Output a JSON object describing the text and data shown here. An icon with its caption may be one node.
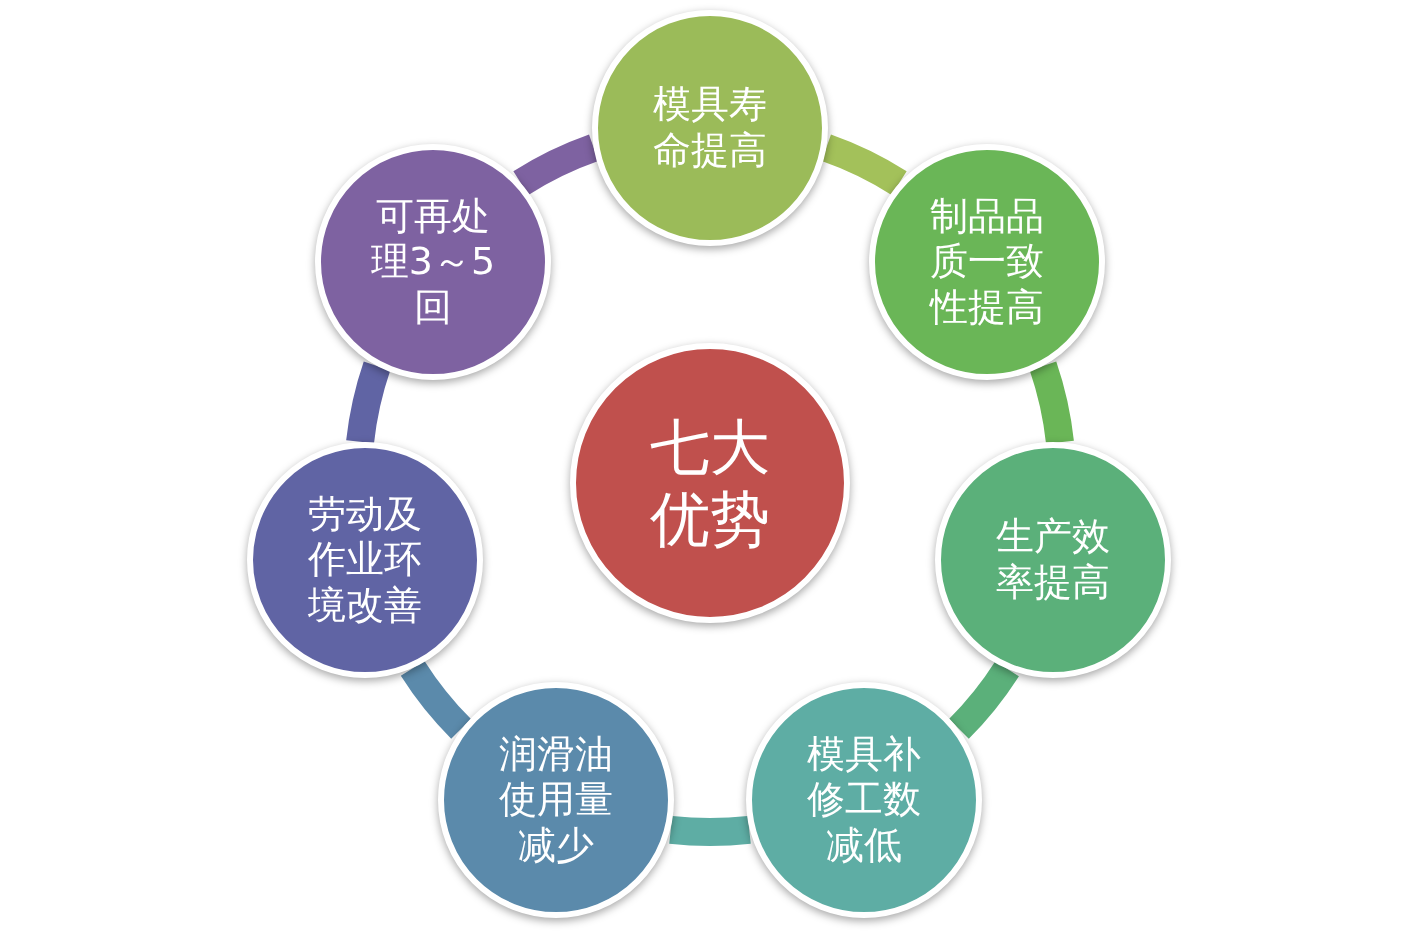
{
  "diagram": {
    "nodes": [
      {
        "text": [
          "七大优势"
        ]
      },
      {
        "text": [
          "模具寿命提高"
        ]
      },
      {
        "text": [
          "制品品质一致性提高"
        ]
      },
      {
        "text": [
          "生产效率提高"
        ]
      },
      {
        "text": [
          "模具补修工数减低"
        ]
      },
      {
        "text": [
          "润滑油使用量减少"
        ]
      },
      {
        "text": [
          "劳动及作业环境改善"
        ]
      },
      {
        "text": [
          "可再处理3～5回"
        ]
      }
    ],
    "edges": [
      {
        "from": 1,
        "to": 2,
        "arrow": "none",
        "color": "#a3c15a"
      },
      {
        "from": 2,
        "to": 3,
        "arrow": "none",
        "color": "#6ab657"
      },
      {
        "from": 3,
        "to": 4,
        "arrow": "none",
        "color": "#5bb07a"
      },
      {
        "from": 4,
        "to": 5,
        "arrow": "none",
        "color": "#5eada4"
      },
      {
        "from": 5,
        "to": 6,
        "arrow": "none",
        "color": "#5b8aab"
      },
      {
        "from": 6,
        "to": 7,
        "arrow": "none",
        "color": "#6064a4"
      },
      {
        "from": 7,
        "to": 1,
        "arrow": "none",
        "color": "#7e62a1"
      }
    ]
  }
}
